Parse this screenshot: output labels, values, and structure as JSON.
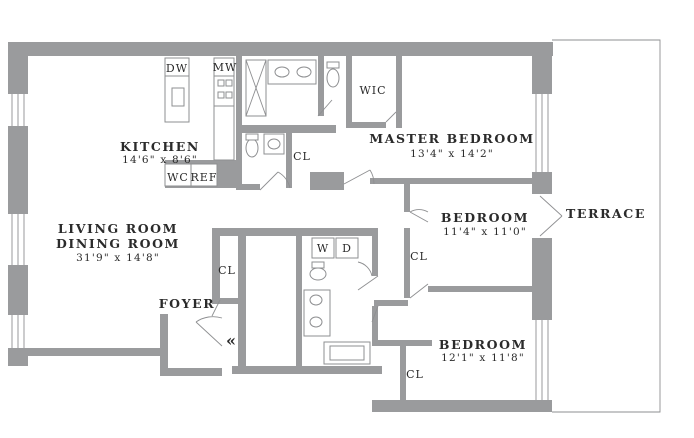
{
  "rooms": {
    "kitchen": {
      "name": "KITCHEN",
      "dims": "14'6\" x 8'6\""
    },
    "living": {
      "name1": "LIVING ROOM",
      "name2": "DINING ROOM",
      "dims": "31'9\" x 14'8\""
    },
    "master": {
      "name": "MASTER BEDROOM",
      "dims": "13'4\" x 14'2\""
    },
    "bedroom1": {
      "name": "BEDROOM",
      "dims": "11'4\" x 11'0\""
    },
    "bedroom2": {
      "name": "BEDROOM",
      "dims": "12'1\" x 11'8\""
    },
    "terrace": {
      "name": "TERRACE"
    },
    "foyer": {
      "name": "FOYER"
    }
  },
  "fixtures": {
    "dw": "DW",
    "mw": "MW",
    "wc": "WC",
    "ref": "REF",
    "wic": "WIC",
    "cl": "CL",
    "washer": "W",
    "dryer": "D",
    "entry_mark": "«"
  }
}
